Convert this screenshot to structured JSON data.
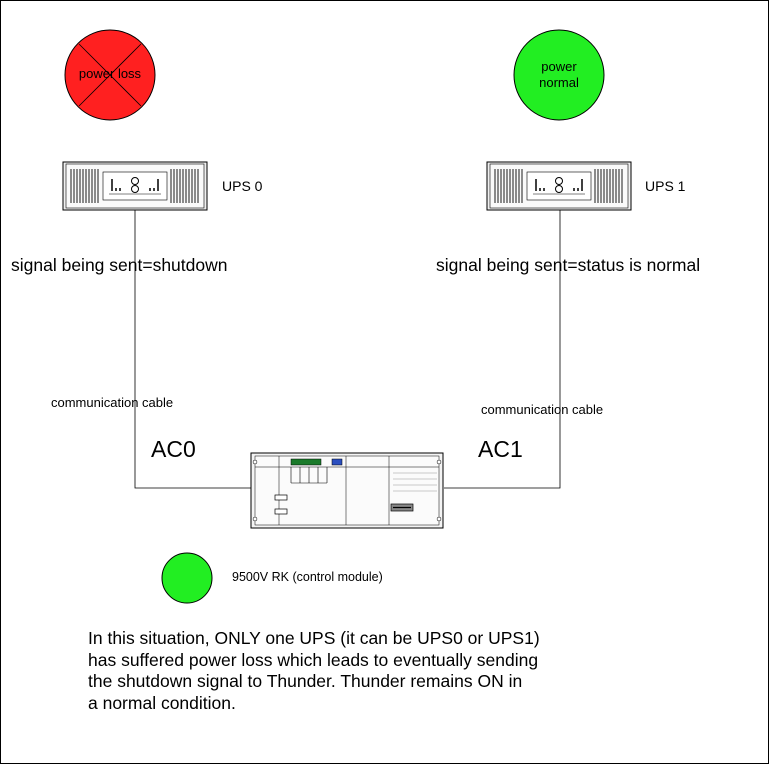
{
  "ups0": {
    "circle_label": "power loss",
    "circle_color": "#ff2020",
    "label": "UPS 0",
    "signal_text": "signal being sent=shutdown",
    "cable_label": "communication cable",
    "ac_label": "AC0"
  },
  "ups1": {
    "circle_label": "power normal",
    "circle_color": "#22ee22",
    "label": "UPS 1",
    "signal_text": "signal being sent=status is normal",
    "cable_label": "communication cable",
    "ac_label": "AC1"
  },
  "legend": {
    "label": "9500V RK (control module)",
    "color": "#22ee22"
  },
  "note": "In this situation, ONLY one UPS (it can be UPS0 or UPS1)\nhas suffered power loss which leads to eventually sending\nthe shutdown signal to Thunder.  Thunder remains ON in\na normal condition."
}
